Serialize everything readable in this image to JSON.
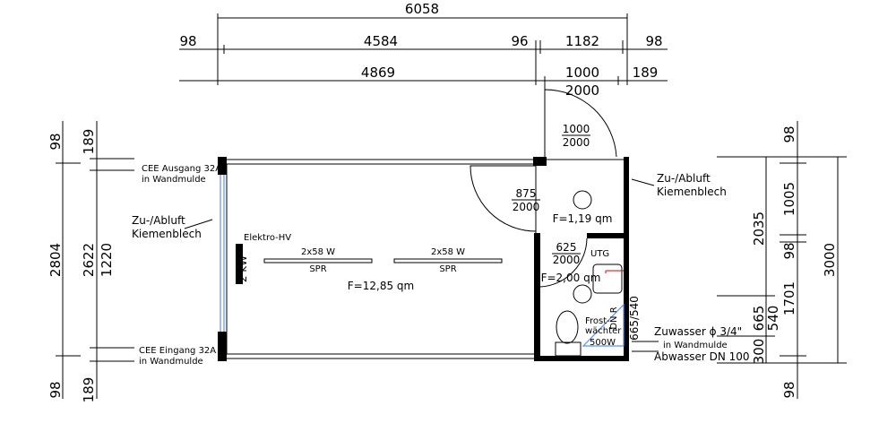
{
  "dims_top": {
    "total": "6058",
    "left_wall": "98",
    "main": "4584",
    "partition": "96",
    "right": "1182",
    "right_wall": "98",
    "inner_main": "4869",
    "door_width": "1000",
    "right_offset": "189",
    "door_height": "2000"
  },
  "dims_left": {
    "top_wall": "98",
    "total": "2804",
    "bottom_wall": "98",
    "top_offset": "189",
    "inner": "2622",
    "window": "1220",
    "bottom_offset": "189"
  },
  "dims_right": {
    "top_wall": "98",
    "seg1": "1005",
    "mid_wall": "98",
    "seg2": "1701",
    "bottom_wall": "98",
    "total": "3000",
    "h2035": "2035",
    "h665": "665",
    "h540": "540",
    "h300": "300",
    "window_wc": "665/540"
  },
  "labels": {
    "cee_out_1": "CEE Ausgang 32A",
    "cee_out_2": "in Wandmulde",
    "cee_in_1": "CEE Eingang 32A",
    "cee_in_2": "in Wandmulde",
    "vent_left_1": "Zu-/Abluft",
    "vent_left_2": "Kiemenblech",
    "vent_right_1": "Zu-/Abluft",
    "vent_right_2": "Kiemenblech",
    "heater": "Elektro-HV",
    "heater_power": "2 kW",
    "light1": "2x58  W",
    "light1_sub": "SPR",
    "light2": "2x58  W",
    "light2_sub": "SPR",
    "area_main": "F=12,85 qm",
    "area_entry": "F=1,19 qm",
    "area_wc": "F=2,00 qm",
    "door_ext_w": "1000",
    "door_ext_h": "2000",
    "door_int_w": "875",
    "door_int_h": "2000",
    "door_wc_w": "625",
    "door_wc_h": "2000",
    "utg": "UTG",
    "frost_1": "Frost-",
    "frost_2": "wächter",
    "frost_power": "500W",
    "dn": "DN R",
    "water_in": "Zuwasser ϕ 3/4\"",
    "water_in_2": "in Wandmulde",
    "water_out": "Abwasser DN 100"
  }
}
